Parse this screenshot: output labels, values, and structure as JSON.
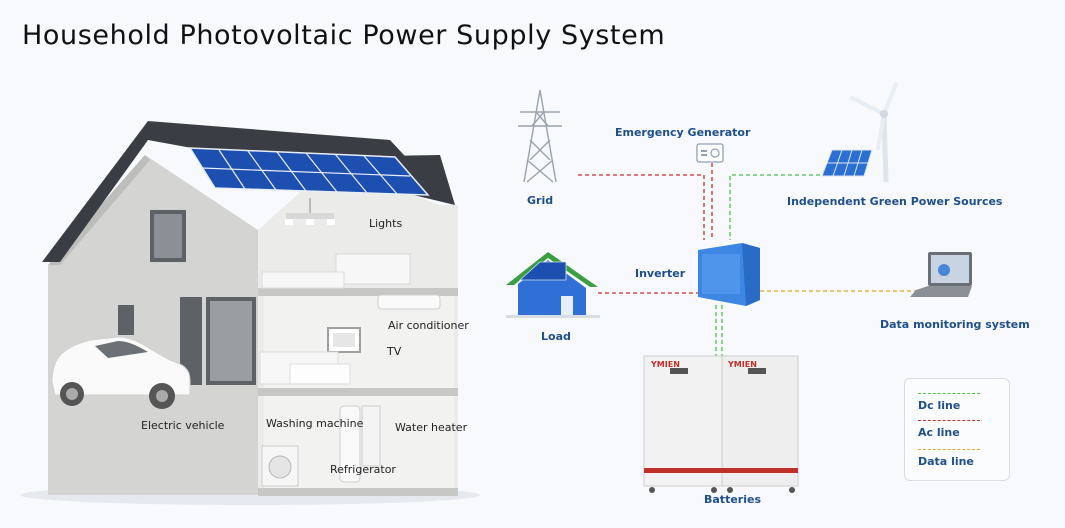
{
  "title": "Household Photovoltaic Power Supply System",
  "house_labels": {
    "lights": "Lights",
    "air_conditioner": "Air conditioner",
    "tv": "TV",
    "electric_vehicle": "Electric vehicle",
    "washing_machine": "Washing machine",
    "water_heater": "Water heater",
    "refrigerator": "Refrigerator"
  },
  "nodes": {
    "grid": "Grid",
    "emergency_generator": "Emergency Generator",
    "green_sources": "Independent Green Power Sources",
    "inverter": "Inverter",
    "load": "Load",
    "data_monitoring": "Data monitoring system",
    "batteries": "Batteries"
  },
  "battery_brand": "YMIEN",
  "legend": [
    {
      "label": "Dc line",
      "color": "#4cbf4c"
    },
    {
      "label": "Ac line",
      "color": "#c8312b"
    },
    {
      "label": "Data line",
      "color": "#e0a92a"
    }
  ]
}
